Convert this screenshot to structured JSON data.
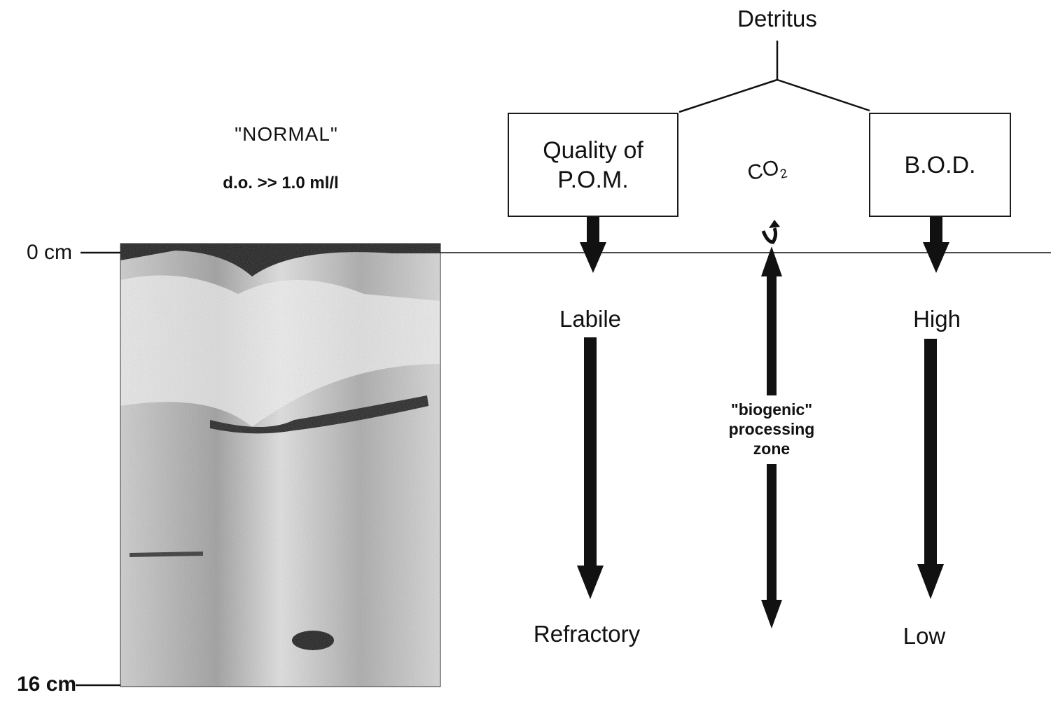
{
  "root": {
    "label": "Detritus"
  },
  "left_panel": {
    "condition": "\"NORMAL\"",
    "dissolved_oxygen": "d.o. >> 1.0 ml/l",
    "depth_top": "0 cm",
    "depth_bottom": "16 cm"
  },
  "pom": {
    "box_line1": "Quality of",
    "box_line2": "P.O.M.",
    "top_label": "Labile",
    "bottom_label": "Refractory"
  },
  "bod": {
    "box_label": "B.O.D.",
    "top_label": "High",
    "bottom_label": "Low"
  },
  "center_column": {
    "gas_label": "CO",
    "gas_subscript": "2",
    "zone_line1": "\"biogenic\"",
    "zone_line2": "processing",
    "zone_line3": "zone"
  },
  "colors": {
    "ink": "#111111",
    "photo_dark": "#222222",
    "photo_mid": "#8a8a8a",
    "photo_light": "#e8e8e8"
  }
}
